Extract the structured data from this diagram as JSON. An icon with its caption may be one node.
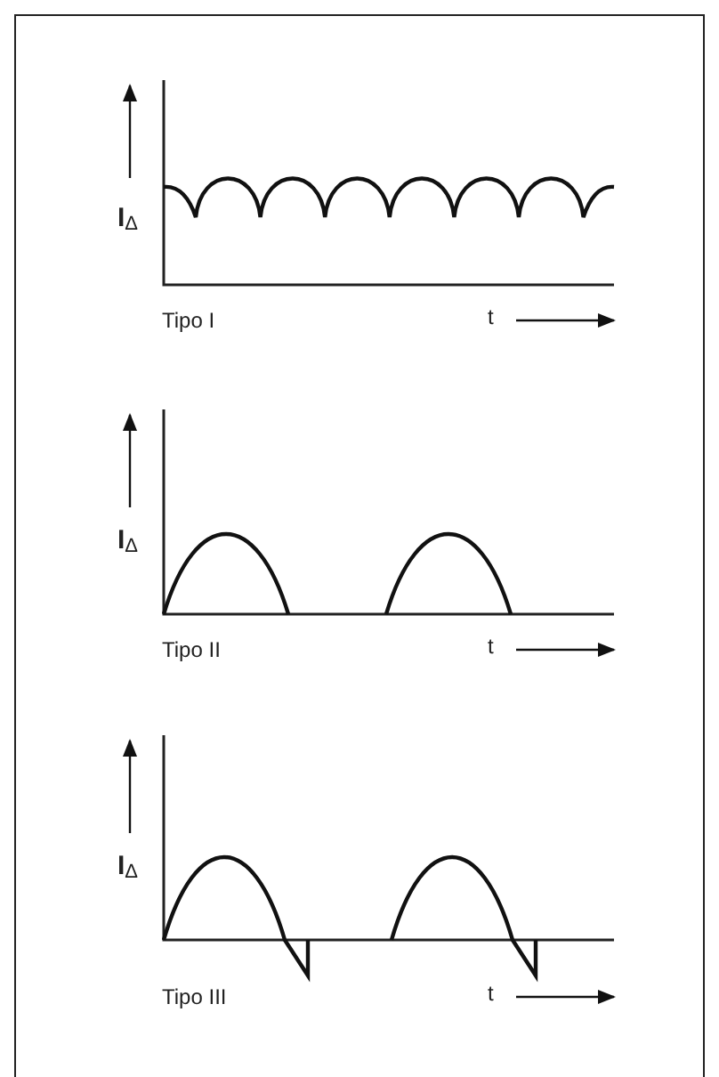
{
  "diagram": {
    "labels": [
      "I$_{Δ}$",
      "Tipo I",
      "t",
      "I$_{Δ}$",
      "Tipo II",
      "t",
      "I$_{Δ}$",
      "Tipo III",
      "t"
    ]
  }
}
